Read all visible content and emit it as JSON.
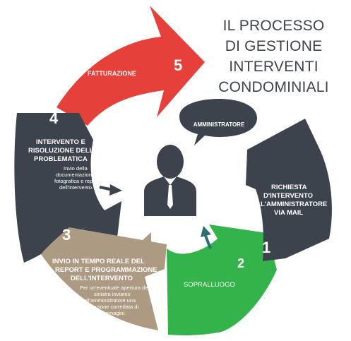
{
  "title": [
    "IL PROCESSO",
    "DI GESTIONE",
    "INTERVENTI",
    "CONDOMINIALI"
  ],
  "bubble": "AMMINISTRATORE",
  "steps": [
    {
      "number": "1",
      "label_lines": [
        "RICHIESTA",
        "D'INTERVENTO",
        "DELL'AMMINISTRATORE",
        "VIA MAIL"
      ],
      "color": "#3d434c"
    },
    {
      "number": "2",
      "label_lines": [
        "SOPRALLUOGO"
      ],
      "color": "#33b34a"
    },
    {
      "number": "3",
      "label_lines": [
        "INVIO IN TEMPO REALE DEL",
        "REPORT E PROGRAMMAZIONE",
        "DELL'INTERVENTO"
      ],
      "desc_lines": [
        "Per un'eventuale apertura del",
        "sinistro inviamo",
        "all'amministratore una",
        "relazione corredata di",
        "immagini."
      ],
      "color": "#ad9a83"
    },
    {
      "number": "4",
      "label_lines": [
        "INTERVENTO E",
        "RISOLUZIONE DELLA",
        "PROBLEMATICA"
      ],
      "desc_lines": [
        "Invio della",
        "documentazione",
        "fotografica e report",
        "dell'intervento."
      ],
      "color": "#3d434c"
    },
    {
      "number": "5",
      "label_lines": [
        "FATTURAZIONE"
      ],
      "color": "#e5413a"
    }
  ],
  "colors": {
    "title": "#3d444d",
    "person": "#3d434c",
    "arrow_teal": "#2f6f73",
    "arrow_dark": "#3d434c",
    "arrow_tan": "#ad9a83"
  }
}
